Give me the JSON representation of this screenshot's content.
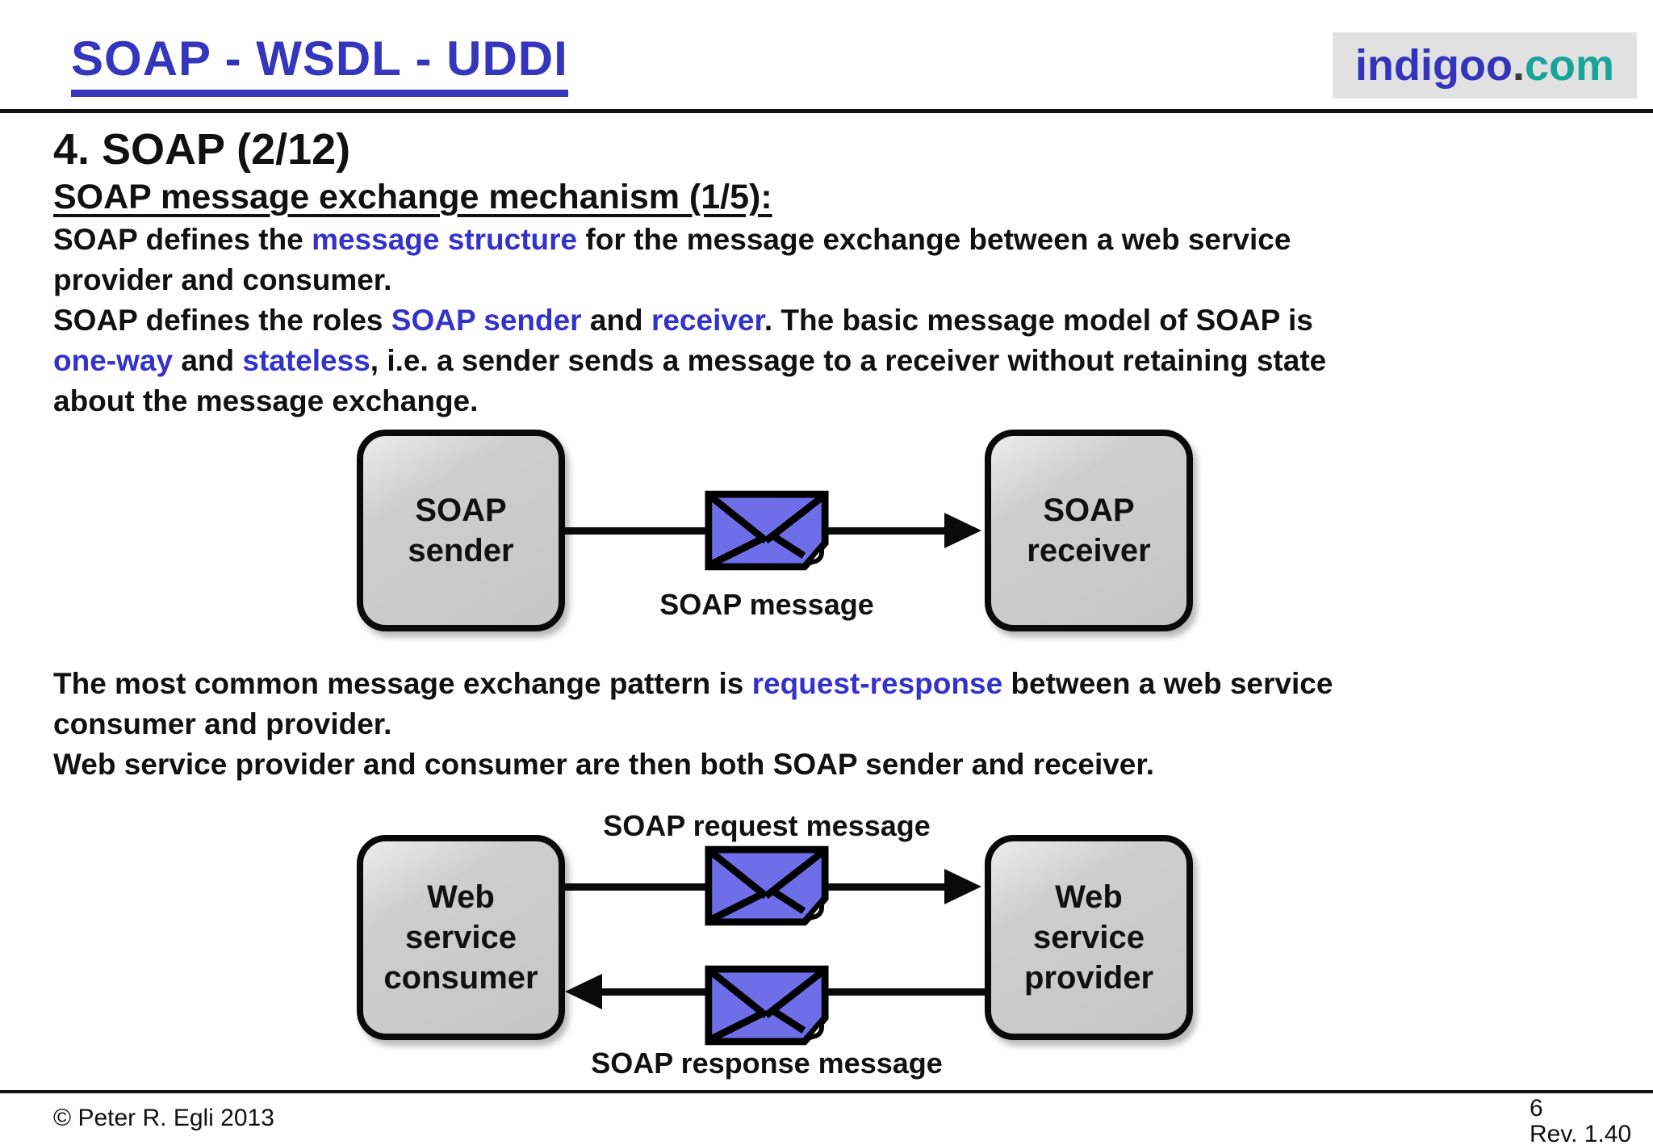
{
  "header": {
    "title": "SOAP - WSDL - UDDI",
    "logo": {
      "name": "indigoo",
      "dot": ".",
      "tld": "com"
    }
  },
  "heading": {
    "section": "4. SOAP (2/12)",
    "subtitle": "SOAP message exchange mechanism (1/5):"
  },
  "paragraph1": {
    "segments": [
      {
        "t": "SOAP defines the "
      },
      {
        "t": "message structure",
        "c": "accent"
      },
      {
        "t": " for the message exchange between a web service\nprovider and consumer.\nSOAP defines the roles "
      },
      {
        "t": "SOAP sender",
        "c": "accent"
      },
      {
        "t": " and "
      },
      {
        "t": "receiver",
        "c": "accent"
      },
      {
        "t": ". The basic message model of SOAP is\n"
      },
      {
        "t": "one-way",
        "c": "accent"
      },
      {
        "t": " and "
      },
      {
        "t": "stateless",
        "c": "accent"
      },
      {
        "t": ", i.e. a sender sends a message to a receiver without retaining state\nabout the message exchange."
      }
    ]
  },
  "paragraph2": {
    "segments": [
      {
        "t": "The most common message exchange pattern is "
      },
      {
        "t": "request-response",
        "c": "accent"
      },
      {
        "t": " between a web service\nconsumer and provider.\nWeb service provider and consumer are then both SOAP sender and receiver."
      }
    ]
  },
  "diagram1": {
    "sender_lines": [
      "SOAP",
      "sender"
    ],
    "receiver_lines": [
      "SOAP",
      "receiver"
    ],
    "message_label": "SOAP message"
  },
  "diagram2": {
    "consumer_lines": [
      "Web",
      "service",
      "consumer"
    ],
    "provider_lines": [
      "Web",
      "service",
      "provider"
    ],
    "request_label": "SOAP request message",
    "response_label": "SOAP response message"
  },
  "footer": {
    "copyright": "© Peter R. Egli 2013",
    "page": "6",
    "revision": "Rev. 1.40"
  },
  "colors": {
    "accent_blue": "#3333cc",
    "title_blue": "#3535bd",
    "logo_blue": "#3333bb",
    "logo_teal": "#18a498",
    "envelope_fill": "#6e6ee8",
    "node_gray": "#c9c9c9"
  }
}
